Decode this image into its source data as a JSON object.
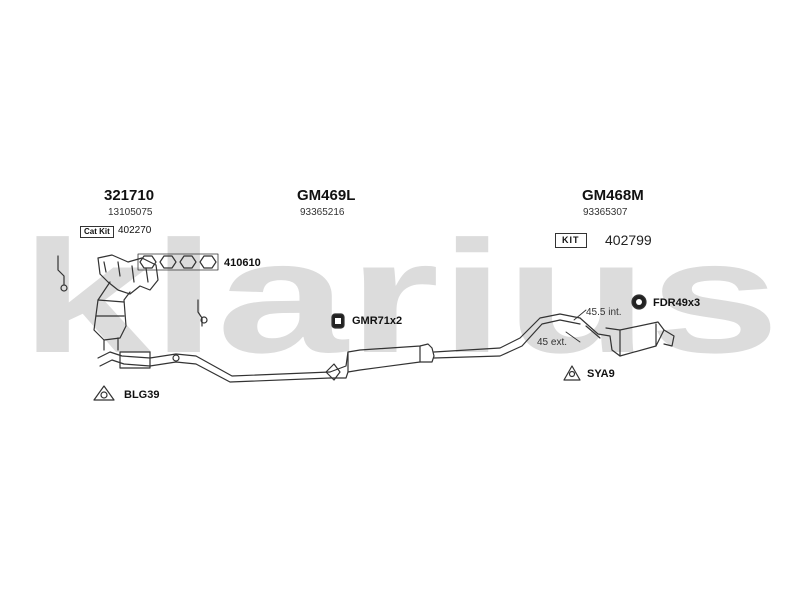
{
  "watermark": "klarius",
  "parts": {
    "front": {
      "code": "321710",
      "oe": "13105075",
      "kit_label": "Cat Kit",
      "kit_number": "402270"
    },
    "middle": {
      "code": "GM469L",
      "oe": "93365216"
    },
    "rear": {
      "code": "GM468M",
      "oe": "93365307",
      "kit_label": "KIT",
      "kit_number": "402799"
    }
  },
  "fittings": {
    "gasket": "410610",
    "mount_mid": "GMR71x2",
    "mount_rear": "FDR49x3",
    "clamp_front": "BLG39",
    "clamp_rear": "SYA9"
  },
  "dimensions": {
    "internal": "45.5 int.",
    "external": "45 ext."
  },
  "colors": {
    "watermark": "#dcdcdc",
    "line": "#333333"
  }
}
